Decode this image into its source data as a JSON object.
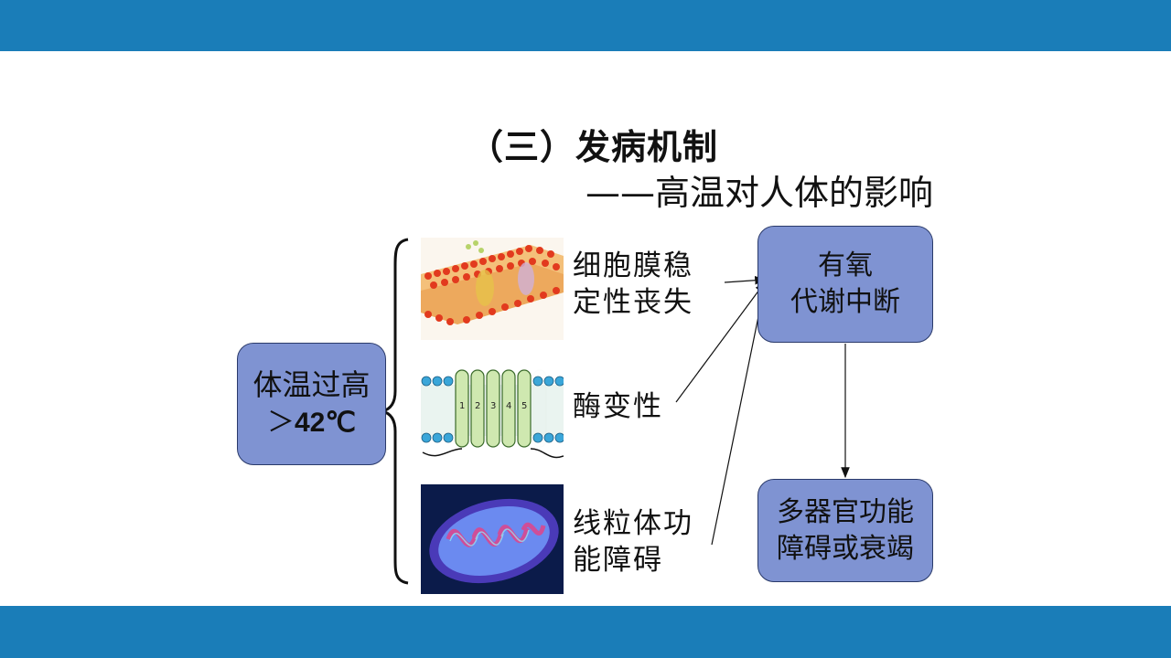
{
  "slide": {
    "title": "（三）发病机制",
    "subtitle": "——高温对人体的影响"
  },
  "colors": {
    "bar": "#1a7db8",
    "box_fill": "#7f93d2",
    "box_border": "#2a3a6a"
  },
  "diagram": {
    "cause_box": {
      "line1": "体温过高",
      "line2_prefix": "＞",
      "line2_value": "42℃"
    },
    "effects": [
      {
        "line1": "细胞膜稳",
        "line2": "定性丧失"
      },
      {
        "line1": "酶变性"
      },
      {
        "line1": "线粒体功",
        "line2": "能障碍"
      }
    ],
    "result_box": {
      "line1": "有氧",
      "line2": "代谢中断"
    },
    "final_box": {
      "line1": "多器官功能",
      "line2": "障碍或衰竭"
    },
    "images": [
      "cell-membrane-illustration",
      "transmembrane-protein-illustration",
      "mitochondria-illustration"
    ]
  }
}
